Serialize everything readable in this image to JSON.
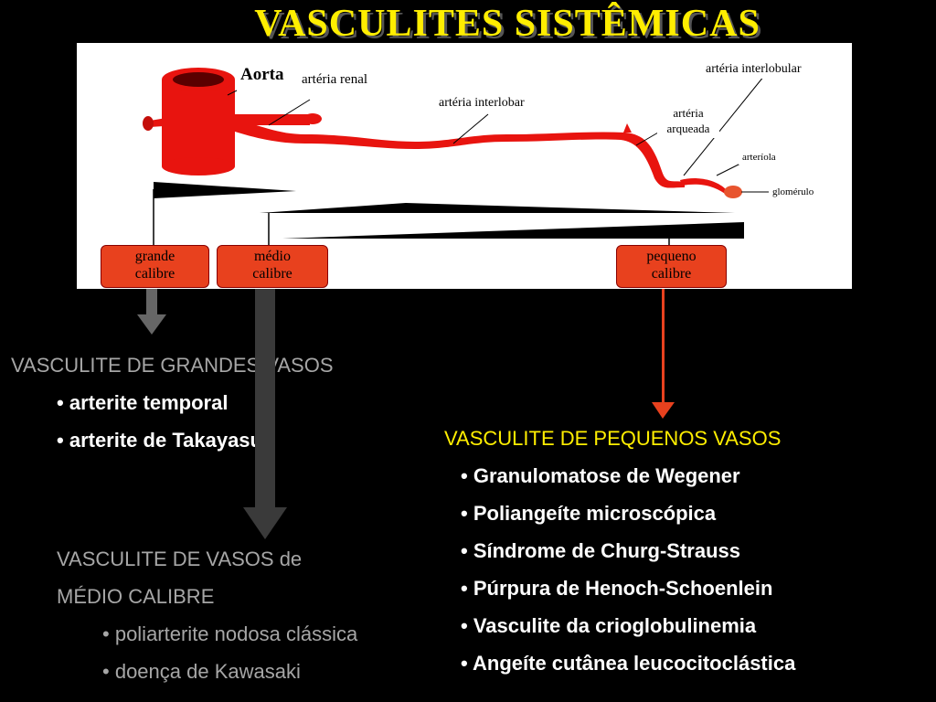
{
  "title": "VASCULITES  SISTÊMICAS",
  "diagram": {
    "labels": {
      "aorta": "Aorta",
      "arteria_renal": "artéria renal",
      "arteria_interlobar": "artéria interlobar",
      "arteria_arqueada_1": "artéria",
      "arteria_arqueada_2": "arqueada",
      "arteria_interlobular": "artéria interlobular",
      "arteriola": "arteríola",
      "glomerulo": "glomérulo"
    },
    "boxes": {
      "grande": [
        "grande",
        "calibre"
      ],
      "medio": [
        "médio",
        "calibre"
      ],
      "pequeno": [
        "pequeno",
        "calibre"
      ]
    }
  },
  "grandes": {
    "heading": "VASCULITE DE GRANDES VASOS",
    "items": [
      "arterite temporal",
      "arterite de Takayasu"
    ]
  },
  "medios": {
    "heading_1": "VASCULITE DE VASOS de",
    "heading_2": "MÉDIO CALIBRE",
    "items": [
      "poliarterite nodosa clássica",
      "doença de Kawasaki"
    ]
  },
  "pequenos": {
    "heading": "VASCULITE DE PEQUENOS VASOS",
    "items": [
      "Granulomatose de Wegener",
      "Poliangeíte microscópica",
      "Síndrome de Churg-Strauss",
      "Púrpura de Henoch-Schoenlein",
      "Vasculite da crioglobulinemia",
      "Angeíte cutânea leucocitoclástica"
    ]
  },
  "colors": {
    "title": "#ffee00",
    "vessel": "#e8140f",
    "box": "#e8411e",
    "gray_text": "#a6a6a6",
    "pink_text": "#ffee00"
  }
}
